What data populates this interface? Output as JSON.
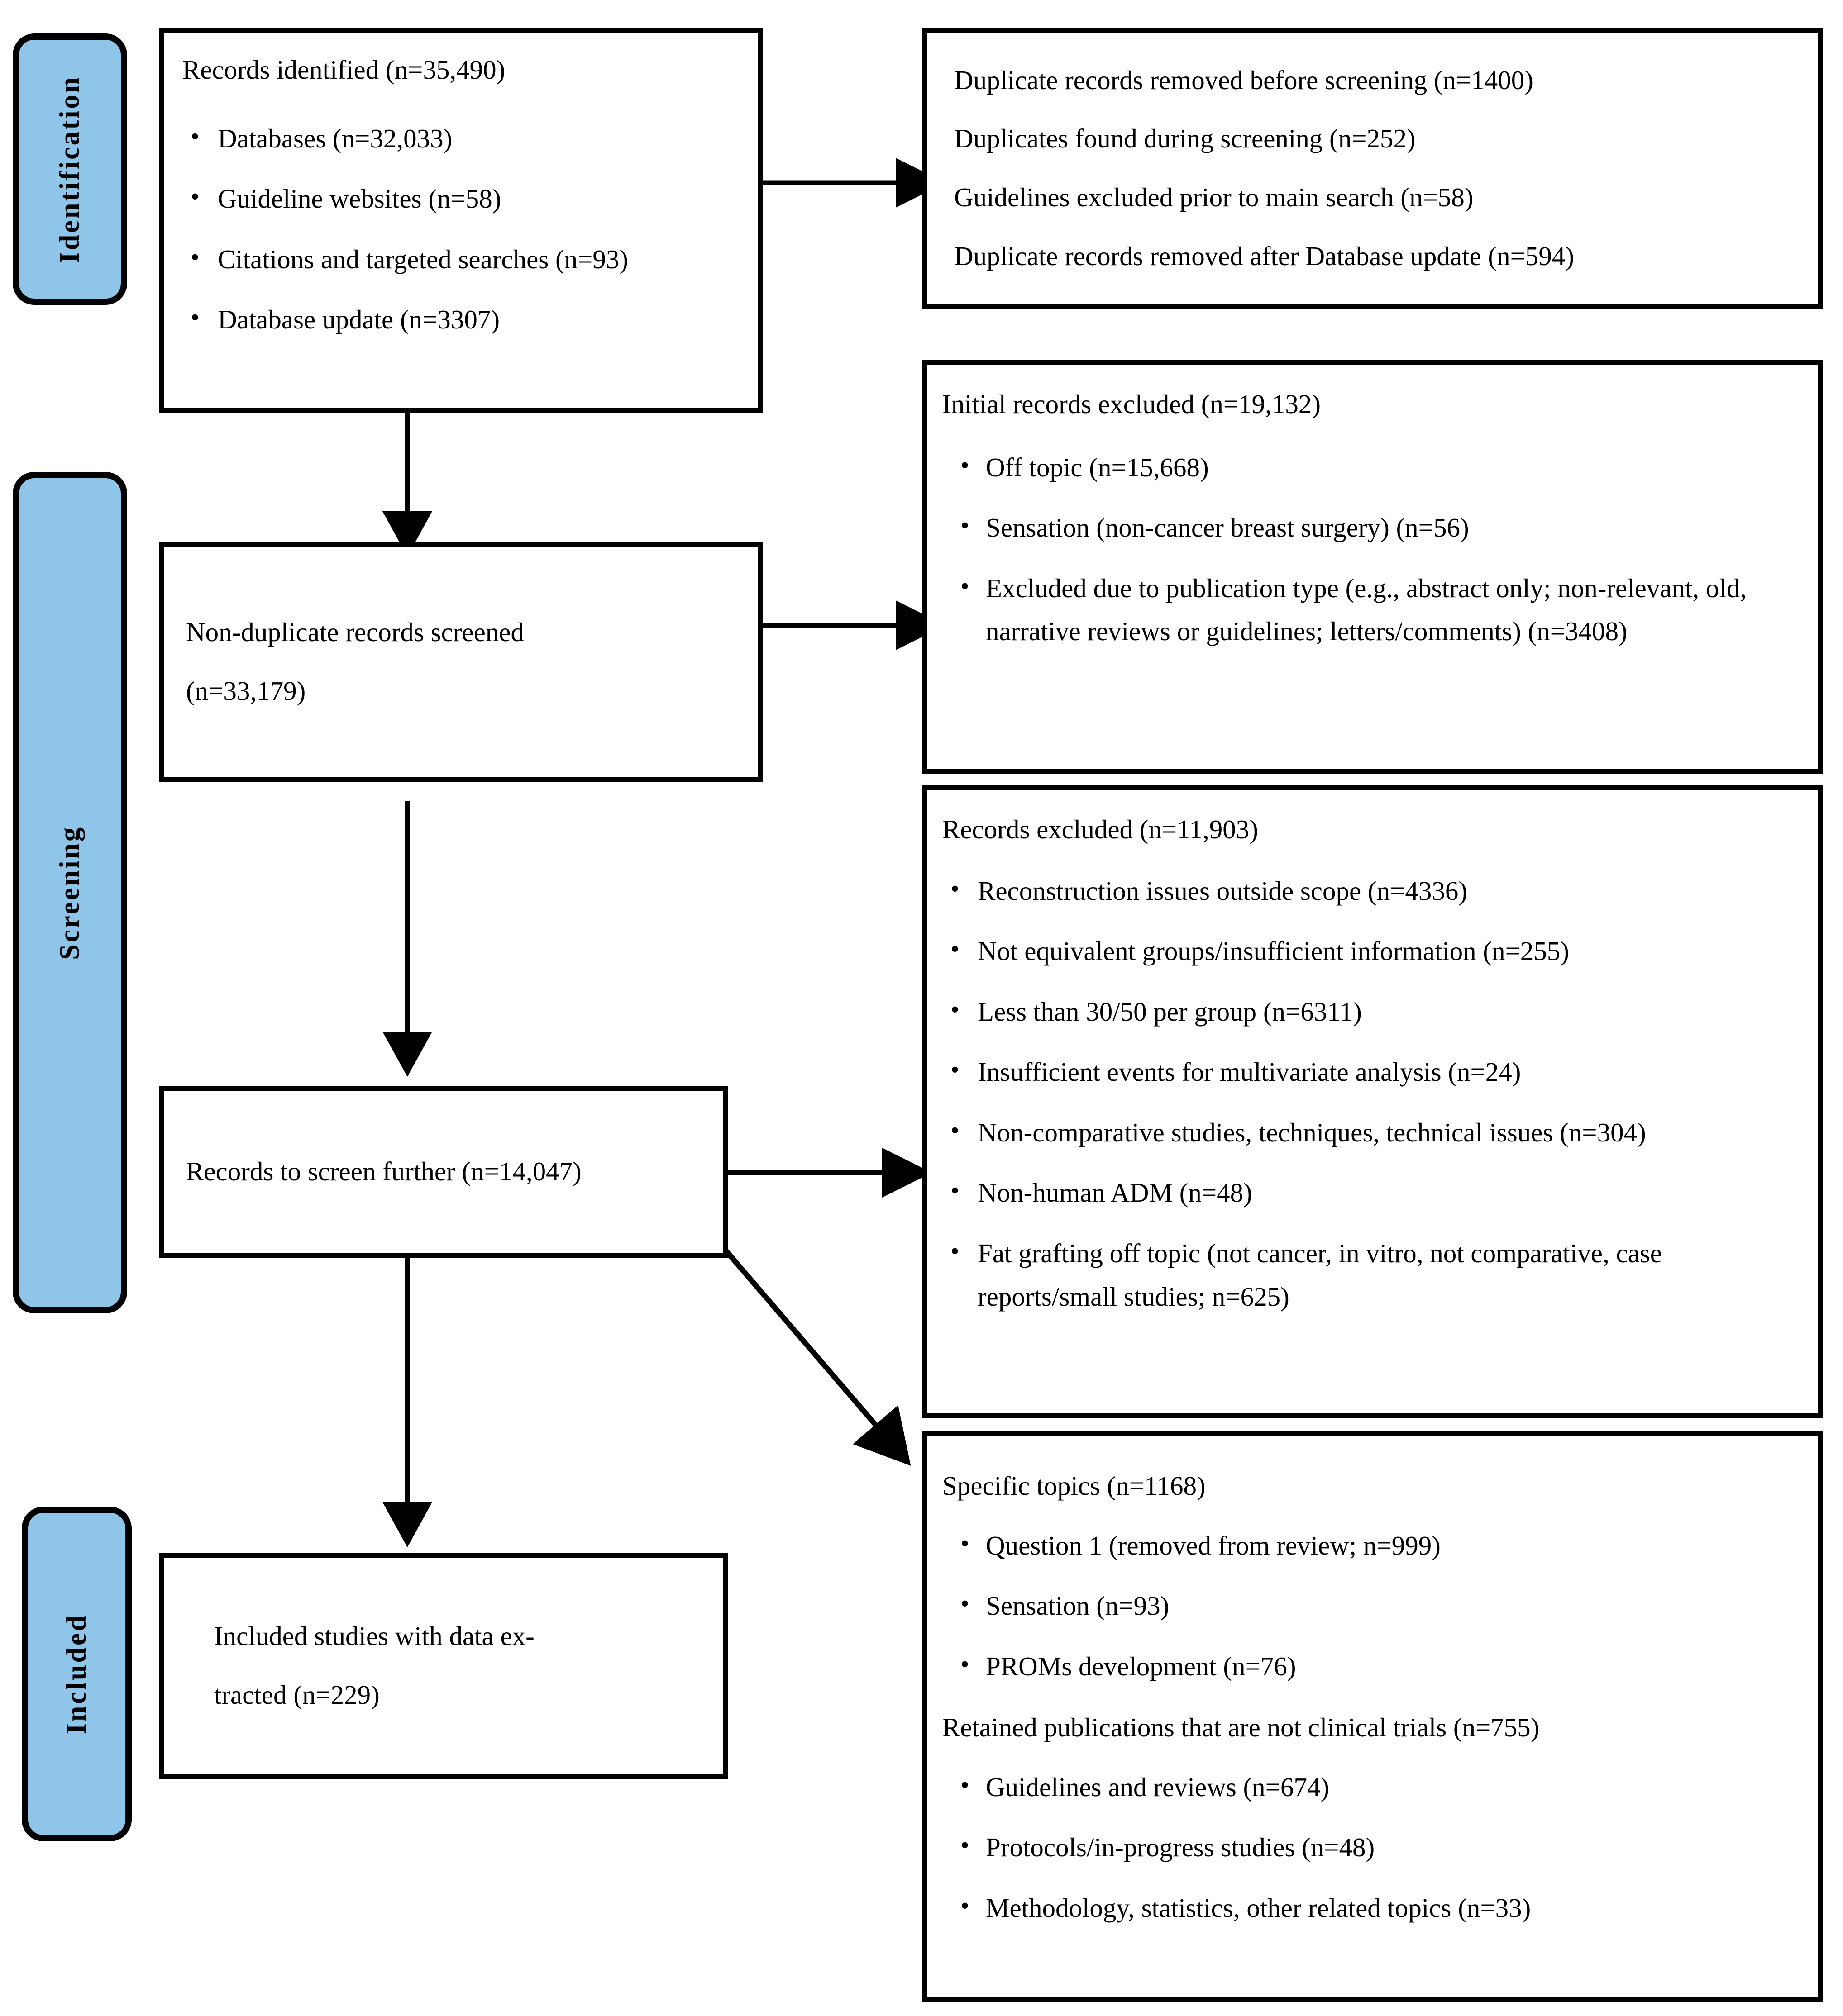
{
  "diagram": {
    "type": "prisma-flow-diagram",
    "accent_color": "#8FC5E8",
    "line_color": "#000000",
    "background": "#FFFFFF"
  },
  "stages": [
    {
      "label": "Identification"
    },
    {
      "label": "Screening"
    },
    {
      "label": "Included"
    }
  ],
  "boxes": {
    "identified": {
      "title": "Records identified (n=35,490)",
      "items": [
        "Databases (n=32,033)",
        "Guideline websites (n=58)",
        "Citations and targeted searches (n=93)",
        "Database update (n=3307)"
      ]
    },
    "duplicates_removed": {
      "lines": [
        "Duplicate records removed before screening (n=1400)",
        "Duplicates found during screening (n=252)",
        "Guidelines excluded prior to main search (n=58)",
        "Duplicate records removed after Database update (n=594)"
      ]
    },
    "screened": {
      "line1": "Non-duplicate records screened",
      "line2": "(n=33,179)"
    },
    "initial_excluded": {
      "title": "Initial records excluded (n=19,132)",
      "items": [
        "Off topic (n=15,668)",
        "Sensation (non-cancer breast surgery) (n=56)",
        "Excluded due to publication type (e.g., abstract only;\nnon-relevant, old, narrative reviews or guidelines;\nletters/comments) (n=3408)"
      ]
    },
    "screen_further": {
      "title": "Records to screen further (n=14,047)"
    },
    "records_excluded": {
      "title": "Records excluded (n=11,903)",
      "items": [
        "Reconstruction issues outside scope (n=4336)",
        "Not equivalent groups/insufficient information (n=255)",
        "Less than 30/50 per group (n=6311)",
        "Insufficient events for multivariate analysis (n=24)",
        "Non-comparative studies, techniques, technical issues\n(n=304)",
        "Non-human ADM (n=48)",
        "Fat grafting off topic (not cancer, in vitro,\nnot comparative, case reports/small studies; n=625)"
      ]
    },
    "included_studies": {
      "line1": "Included studies with data ex-",
      "line2": "tracted (n=229)"
    },
    "specific_topics": {
      "title": "Specific topics (n=1168)",
      "items": [
        "Question 1 (removed from review; n=999)",
        "Sensation (n=93)",
        "PROMs development (n=76)"
      ],
      "subtitle": "Retained publications that are not clinical trials (n=755)",
      "items2": [
        "Guidelines and reviews (n=674)",
        "Protocols/in-progress studies (n=48)",
        "Methodology, statistics, other related topics (n=33)"
      ]
    }
  }
}
